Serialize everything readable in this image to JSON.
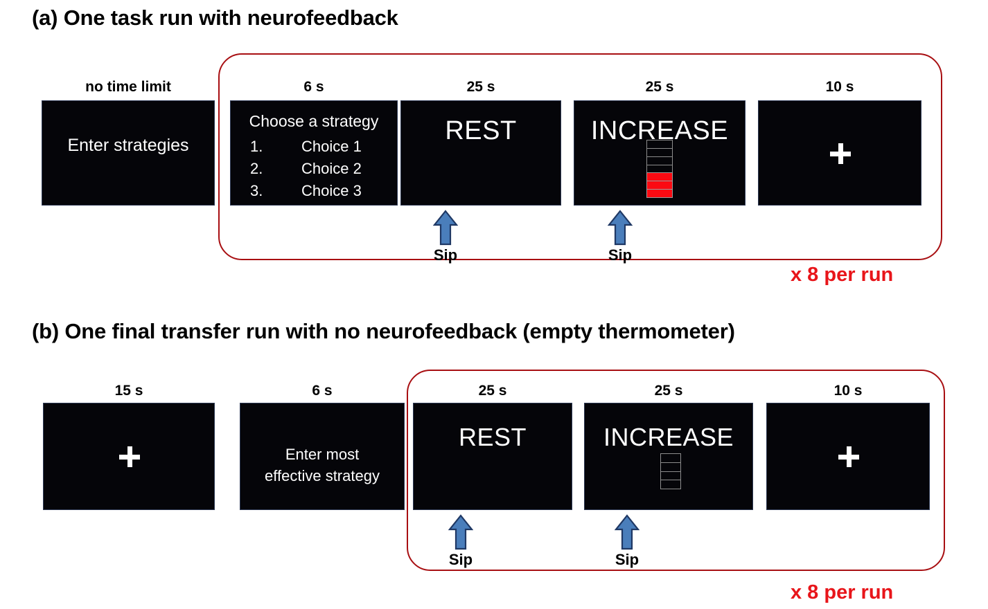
{
  "figure": {
    "panel_a_title": "(a) One task run with neurofeedback",
    "panel_b_title": "(b) One final transfer run with no neurofeedback (empty thermometer)",
    "repeat_label_a": "x 8 per run",
    "repeat_label_b": "x 8 per run",
    "colors": {
      "loop_border": "#a80f12",
      "repeat_text": "#e8151a",
      "screen_background": "#050509",
      "screen_text": "#ffffff",
      "thermometer_fill": "#fb0a12",
      "thermometer_border": "#8d8d8d",
      "arrow_fill": "#4a7ebb",
      "arrow_outline": "#1f3864"
    }
  },
  "row_a": {
    "screens": [
      {
        "id": "enter-strategies",
        "duration": "no time limit",
        "type": "text",
        "text": "Enter strategies",
        "in_loop": false
      },
      {
        "id": "choose-strategy",
        "duration": "6 s",
        "type": "strategy-list",
        "heading": "Choose a strategy",
        "choices": [
          {
            "number": "1.",
            "label": "Choice 1"
          },
          {
            "number": "2.",
            "label": "Choice 2"
          },
          {
            "number": "3.",
            "label": "Choice 3"
          }
        ],
        "in_loop": true
      },
      {
        "id": "rest",
        "duration": "25 s",
        "type": "cue",
        "text": "REST",
        "in_loop": true,
        "sip": {
          "label": "Sip"
        }
      },
      {
        "id": "increase",
        "duration": "25 s",
        "type": "cue-thermometer",
        "text": "INCREASE",
        "in_loop": true,
        "thermometer": {
          "segments": 7,
          "filled": 3
        },
        "sip": {
          "label": "Sip"
        }
      },
      {
        "id": "fixation",
        "duration": "10 s",
        "type": "fixation",
        "text": "+",
        "in_loop": true
      }
    ]
  },
  "row_b": {
    "screens": [
      {
        "id": "fixation-start",
        "duration": "15 s",
        "type": "fixation",
        "text": "+",
        "in_loop": false
      },
      {
        "id": "enter-most-effective",
        "duration": "6 s",
        "type": "text-two-line",
        "line1": "Enter most",
        "line2": "effective strategy",
        "in_loop": false
      },
      {
        "id": "rest",
        "duration": "25 s",
        "type": "cue",
        "text": "REST",
        "in_loop": true,
        "sip": {
          "label": "Sip"
        }
      },
      {
        "id": "increase",
        "duration": "25 s",
        "type": "cue-thermometer",
        "text": "INCREASE",
        "in_loop": true,
        "thermometer": {
          "segments": 4,
          "filled": 0
        },
        "sip": {
          "label": "Sip"
        }
      },
      {
        "id": "fixation-end",
        "duration": "10 s",
        "type": "fixation",
        "text": "+",
        "in_loop": true
      }
    ]
  }
}
